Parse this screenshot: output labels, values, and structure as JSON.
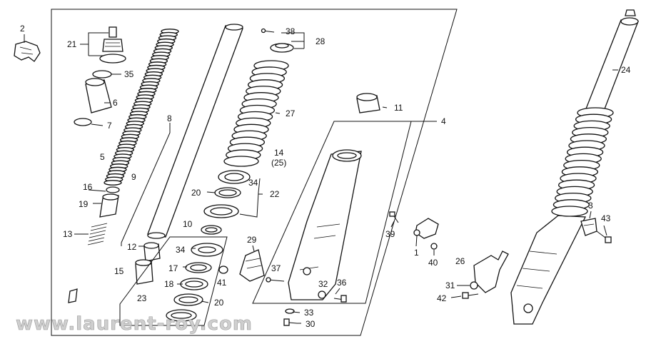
{
  "diagram": {
    "callouts": {
      "c1": "1",
      "c2": "2",
      "c3": "3",
      "c4": "4",
      "c5": "5",
      "c6": "6",
      "c7": "7",
      "c8": "8",
      "c9": "9",
      "c10": "10",
      "c11": "11",
      "c12": "12",
      "c13": "13",
      "c14": "14",
      "c25": "(25)",
      "c15": "15",
      "c16": "16",
      "c17": "17",
      "c18": "18",
      "c19": "19",
      "c20a": "20",
      "c20b": "20",
      "c21": "21",
      "c22": "22",
      "c23": "23",
      "c24": "24",
      "c26": "26",
      "c27": "27",
      "c28": "28",
      "c29": "29",
      "c30": "30",
      "c31": "31",
      "c32": "32",
      "c33": "33",
      "c34a": "34",
      "c34b": "34",
      "c35": "35",
      "c36": "36",
      "c37": "37",
      "c38": "38",
      "c39": "39",
      "c40": "40",
      "c41": "41",
      "c42": "42",
      "c43": "43"
    },
    "watermark": "www.laurent-roy.com"
  }
}
